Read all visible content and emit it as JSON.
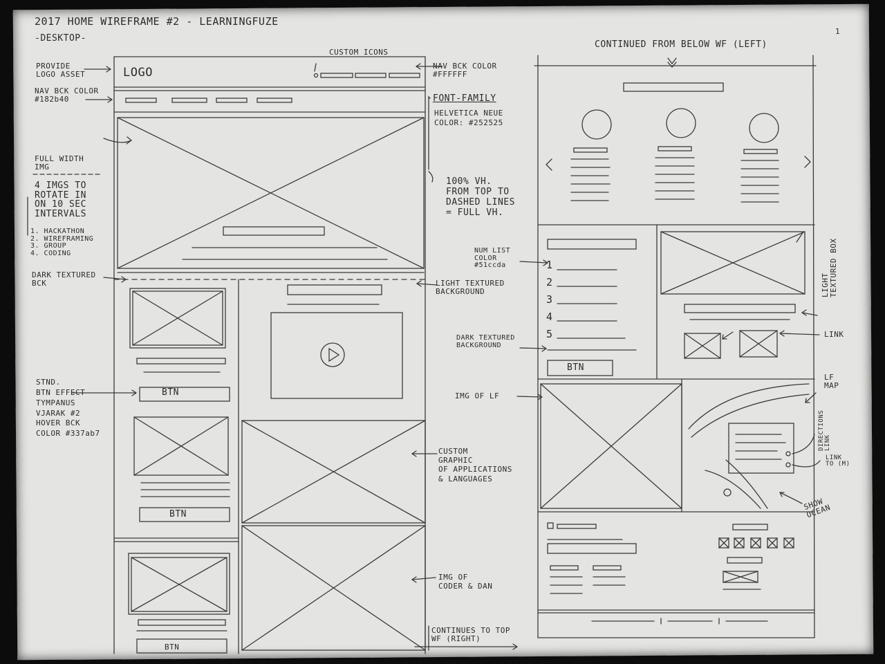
{
  "header": {
    "title": "2017 HOME WIREFRAME #2 - LEARNINGFUZE",
    "subtitle": "-DESKTOP-",
    "page_number": "1"
  },
  "left_wireframe": {
    "logo": "LOGO",
    "btn_1": "BTN",
    "btn_2": "BTN",
    "btn_3": "BTN",
    "annotations": {
      "provide_logo": "PROVIDE\nLOGO ASSET",
      "nav_color_dark": "NAV BCK COLOR\n#182b40",
      "full_width_img": "FULL WIDTH\nIMG",
      "rotate_imgs": "4 IMGS TO\nROTATE IN\nON 10 SEC\nINTERVALS",
      "rotate_list": "1. HACKATHON\n2. WIREFRAMING\n3. GROUP\n4. CODING",
      "dark_textured": "DARK TEXTURED\nBCK",
      "btn_effect": "STND.\nBTN EFFECT\nTYMPANUS\nVJARAK #2\nHOVER BCK\nCOLOR #337ab7",
      "custom_icons": "CUSTOM ICONS",
      "nav_color_light": "NAV BCK COLOR\n#FFFFFF",
      "font_family_heading": "FONT-FAMILY",
      "font_family_value": "HELVETICA NEUE\nCOLOR: #252525",
      "full_vh": "100% VH.\nFROM TOP TO\nDASHED LINES\n= FULL VH.",
      "light_textured": "LIGHT TEXTURED\nBACKGROUND",
      "custom_graphic": "CUSTOM\nGRAPHIC\nOF APPLICATIONS\n& LANGUAGES",
      "img_coder": "IMG OF\nCODER & DAN",
      "continues_to_top": "CONTINUES TO TOP\nWF (RIGHT)"
    }
  },
  "right_wireframe": {
    "continued_note": "CONTINUED FROM BELOW WF (LEFT)",
    "num_list": [
      "1",
      "2",
      "3",
      "4",
      "5"
    ],
    "btn": "BTN",
    "annotations": {
      "num_list_color": "NUM LIST\nCOLOR\n#51ccda",
      "dark_textured_bg": "DARK TEXTURED\nBACKGROUND",
      "light_textured_box": "LIGHT\nTEXTURED BOX",
      "link": "LINK",
      "img_of_lf": "IMG OF LF",
      "lf_map": "LF\nMAP",
      "directions_link": "DIRECTIONS\nLINK",
      "link_to_m": "LINK\nTO (M)",
      "show_ocean": "SHOW\nOCEAN"
    }
  }
}
